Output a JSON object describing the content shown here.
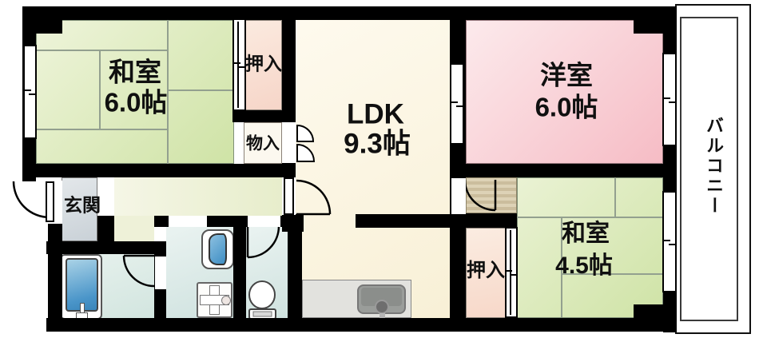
{
  "floorplan": {
    "rooms": {
      "washitsu_nw": {
        "name": "和室",
        "size": "6.0帖"
      },
      "yoshitsu_ne": {
        "name": "洋室",
        "size": "6.0帖"
      },
      "ldk": {
        "name": "LDK",
        "size": "9.3帖"
      },
      "washitsu_se": {
        "name": "和室",
        "size": "4.5帖"
      }
    },
    "labels": {
      "genkan": "玄関",
      "oshiire_nw": "押入",
      "monoire": "物入",
      "oshiire_se": "押入",
      "balcony": "バルコニー"
    },
    "colors": {
      "wall": "#000000",
      "tatami_green": "#d6e7ae",
      "western_pink": "#f8c5cc",
      "ldk_cream": "#fbf5e0",
      "closet_peach": "#f9e0d4",
      "hallway_green": "#edf1d6",
      "genkan_gray": "#d7dde1",
      "wetroom_cyan": "#dcecea",
      "bathtub_blue": "#4a95c9",
      "door_alcove_tan": "#d6c9aa",
      "kitchen_counter_gray": "#e2e2de"
    }
  }
}
